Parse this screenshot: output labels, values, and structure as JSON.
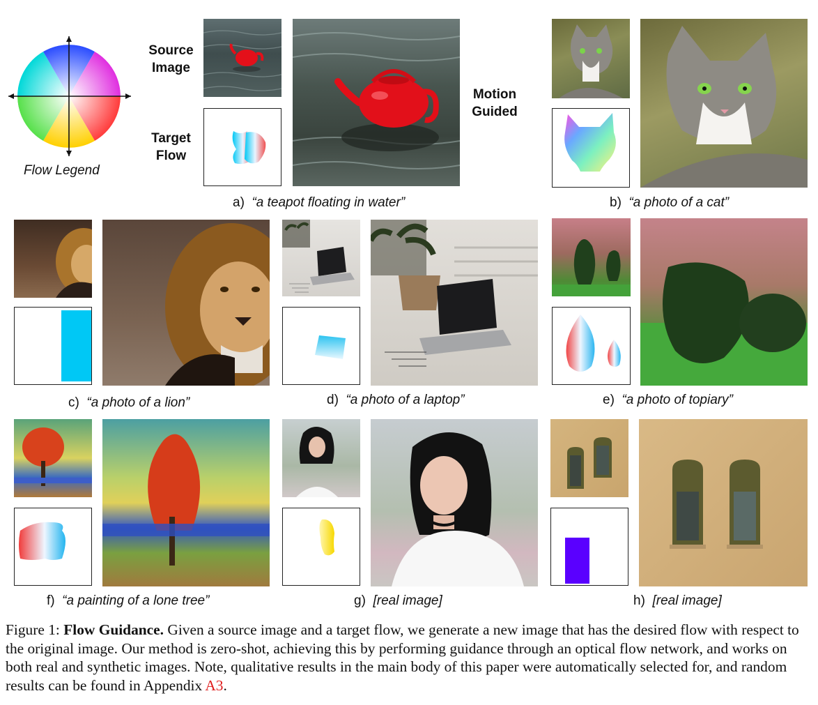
{
  "legend": {
    "label": "Flow Legend"
  },
  "labels": {
    "source_image": "Source\nImage",
    "target_flow": "Target\nFlow",
    "motion_guided": "Motion\nGuided"
  },
  "panels": [
    {
      "id": "a",
      "letter": "a)",
      "caption": "“a teapot floating in water”"
    },
    {
      "id": "b",
      "letter": "b)",
      "caption": "“a photo of a cat”"
    },
    {
      "id": "c",
      "letter": "c)",
      "caption": "“a photo of a lion”"
    },
    {
      "id": "d",
      "letter": "d)",
      "caption": "“a photo of a laptop”"
    },
    {
      "id": "e",
      "letter": "e)",
      "caption": "“a photo of topiary”"
    },
    {
      "id": "f",
      "letter": "f)",
      "caption": "“a painting of a lone tree”"
    },
    {
      "id": "g",
      "letter": "g)",
      "caption": "[real image]"
    },
    {
      "id": "h",
      "letter": "h)",
      "caption": "[real image]"
    }
  ],
  "figure": {
    "label": "Figure 1:",
    "title": "Flow Guidance.",
    "body": "Given a source image and a target flow, we generate a new image that has the desired flow with respect to the original image. Our method is zero-shot, achieving this by performing guidance through an optical flow network, and works on both real and synthetic images. Note, qualitative results in the main body of this paper were automatically selected for, and random results can be found in Appendix",
    "ref": "A3",
    "end": "."
  },
  "colors": {
    "ref": "#e01b1b",
    "flow_cyan": "#00c8f5",
    "flow_purple": "#5a00ff",
    "flow_yellow": "#f7d800"
  }
}
